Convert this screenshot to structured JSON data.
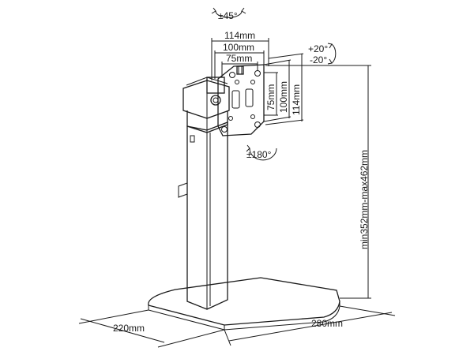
{
  "labels": {
    "swivel": "±45°",
    "tilt_up": "+20°",
    "tilt_down": "-20°",
    "rotate": "±180°",
    "vesa_w_outer": "114mm",
    "vesa_w_mid": "100mm",
    "vesa_w_inner": "75mm",
    "vesa_h_inner": "75mm",
    "vesa_h_mid": "100mm",
    "vesa_h_outer": "114mm",
    "height_range": "min352mm-max462mm",
    "base_width": "220mm",
    "base_depth": "280mm"
  }
}
